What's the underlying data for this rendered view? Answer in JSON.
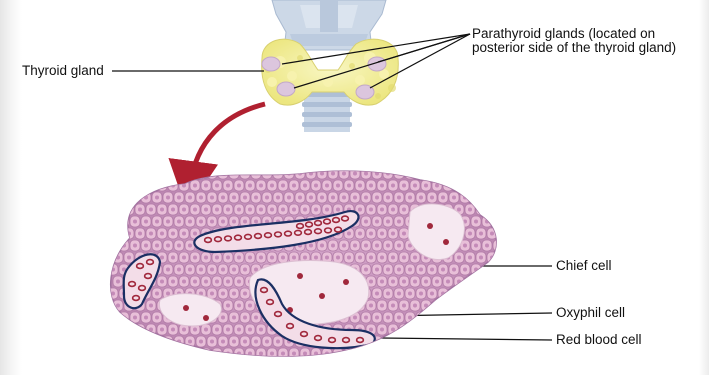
{
  "labels": {
    "parathyroid": "Parathyroid glands (located on posterior side of the thyroid gland)",
    "thyroid": "Thyroid gland",
    "chief_cell": "Chief cell",
    "oxyphil_cell": "Oxyphil cell",
    "red_blood_cell": "Red blood cell"
  },
  "colors": {
    "thyroid_yellow": "#f2ee9a",
    "cartilage_blue": "#c6d3e3",
    "parathyroid_pink": "#d9c2dc",
    "tissue_pink": "#c99ac0",
    "chief_cell_fill": "#e8bfd8",
    "oxyphil_fill": "#f6e9f1",
    "rbc_red": "#a0283c",
    "vessel_outline": "#1b2f63",
    "arrow_red": "#b02030"
  }
}
